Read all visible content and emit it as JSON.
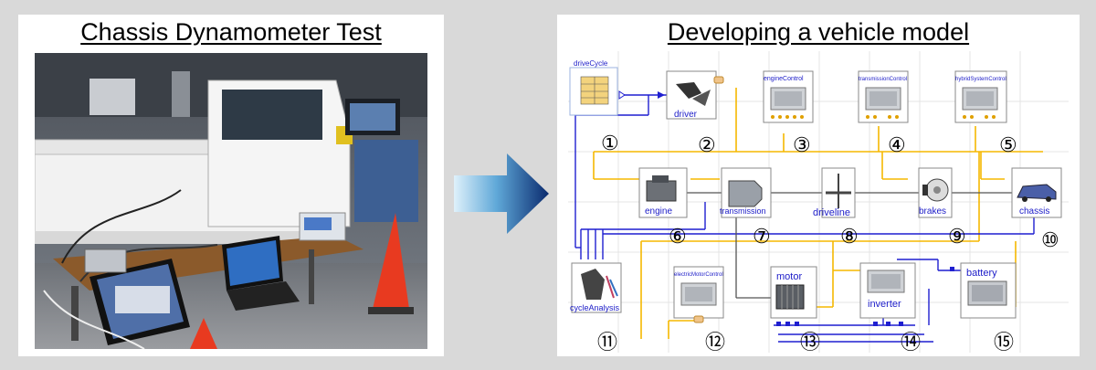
{
  "left_panel": {
    "title": "Chassis Dynamometer Test"
  },
  "right_panel": {
    "title": "Developing a vehicle model"
  },
  "blocks": {
    "drive_cycle": {
      "label": "driveCycle",
      "num": "①"
    },
    "driver": {
      "label": "driver",
      "num": "②"
    },
    "engine_control": {
      "label": "engineControl",
      "num": "③"
    },
    "transmission_control": {
      "label": "transmissionControl",
      "num": "④"
    },
    "hybrid_system_control": {
      "label": "hybridSystemControl",
      "num": "⑤"
    },
    "engine": {
      "label": "engine",
      "num": "⑥"
    },
    "transmission": {
      "label": "transmission",
      "num": "⑦"
    },
    "driveline": {
      "label": "driveline",
      "num": "⑧"
    },
    "brakes": {
      "label": "brakes",
      "num": "⑨"
    },
    "chassis": {
      "label": "chassis",
      "num": "⑩"
    },
    "cycle_analysis": {
      "label": "cycleAnalysis",
      "num": "⑪"
    },
    "electric_motor_control": {
      "label": "electricMotorControl",
      "num": "⑫"
    },
    "motor": {
      "label": "motor",
      "num": "⑬"
    },
    "inverter": {
      "label": "inverter",
      "num": "⑭"
    },
    "battery": {
      "label": "battery",
      "num": "⑮"
    }
  },
  "colors": {
    "signal_yellow": "#f5b800",
    "signal_blue": "#1f1fd0",
    "label_blue": "#1c1cc8",
    "arrow_dark": "#0a2a6e",
    "arrow_light": "#bfe6f7"
  }
}
